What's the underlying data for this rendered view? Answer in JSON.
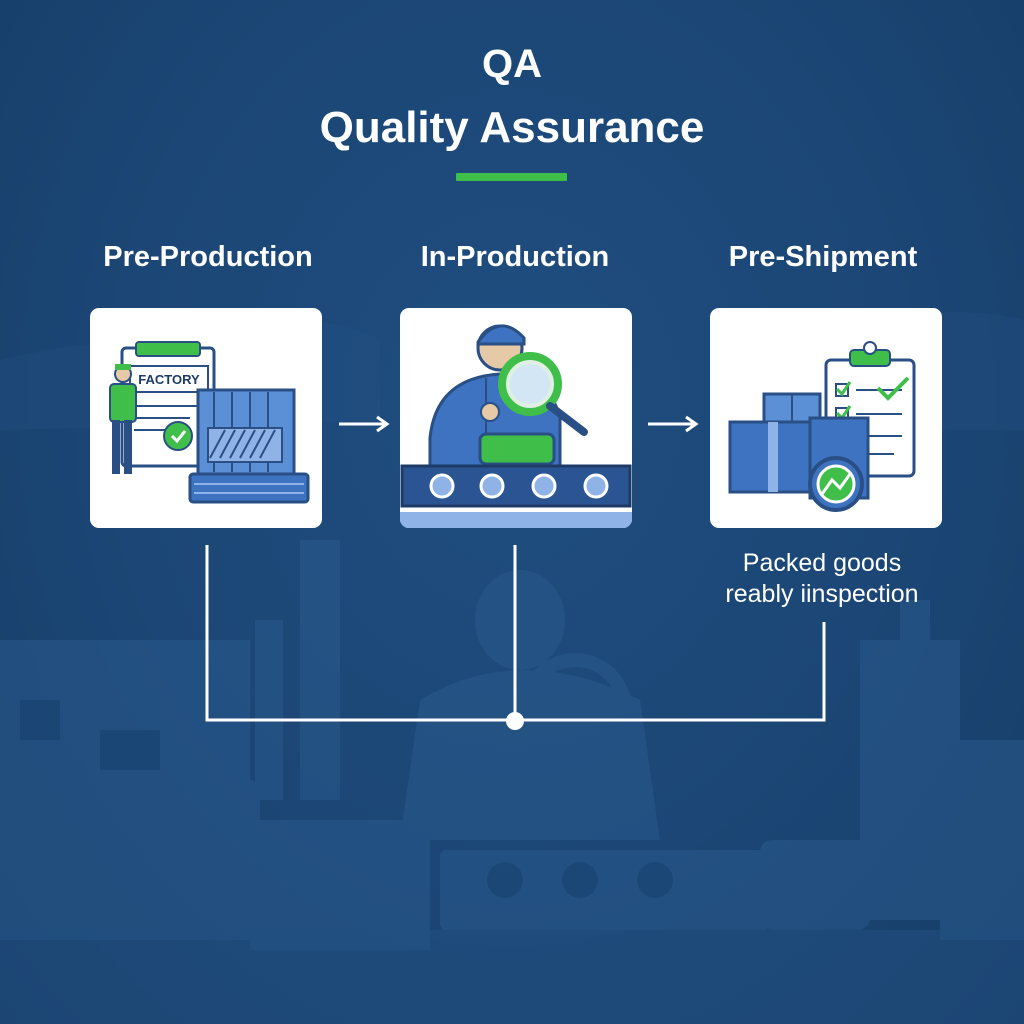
{
  "header": {
    "title_line1": "QA",
    "title_line2": "Quality Assurance"
  },
  "steps": [
    {
      "label": "Pre-Production",
      "sign_text": "FACTORY"
    },
    {
      "label": "In-Production"
    },
    {
      "label": "Pre-Shipment",
      "caption_line1": "Packed goods",
      "caption_line2": "reably iinspection"
    }
  ],
  "colors": {
    "background": "#1b4675",
    "accent_green": "#3fbf4a",
    "icon_blue": "#3d73c0",
    "card": "#ffffff"
  },
  "icons": [
    "factory-clipboard-icon",
    "inspector-magnifier-icon",
    "packed-boxes-checklist-icon",
    "arrow-right-icon"
  ]
}
